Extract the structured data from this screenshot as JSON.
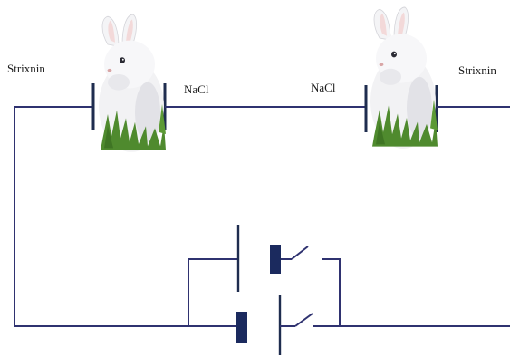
{
  "labels": {
    "left_electrode": "Strixnin",
    "rabbit1_right": "NaCl",
    "rabbit2_left": "NaCl",
    "right_electrode": "Strixnin"
  },
  "colors": {
    "wire": "#2f3270",
    "plate": "#1f2d4f",
    "coil": "#1b2a5e",
    "rabbit_fur": "#f2f2f4",
    "grass": "#4f8a2e",
    "background": "#ffffff"
  },
  "icons": {
    "rabbit_1": "rabbit-icon",
    "rabbit_2": "rabbit-icon",
    "battery": "battery-icon",
    "relay_1": "relay-icon",
    "relay_2": "relay-icon"
  }
}
